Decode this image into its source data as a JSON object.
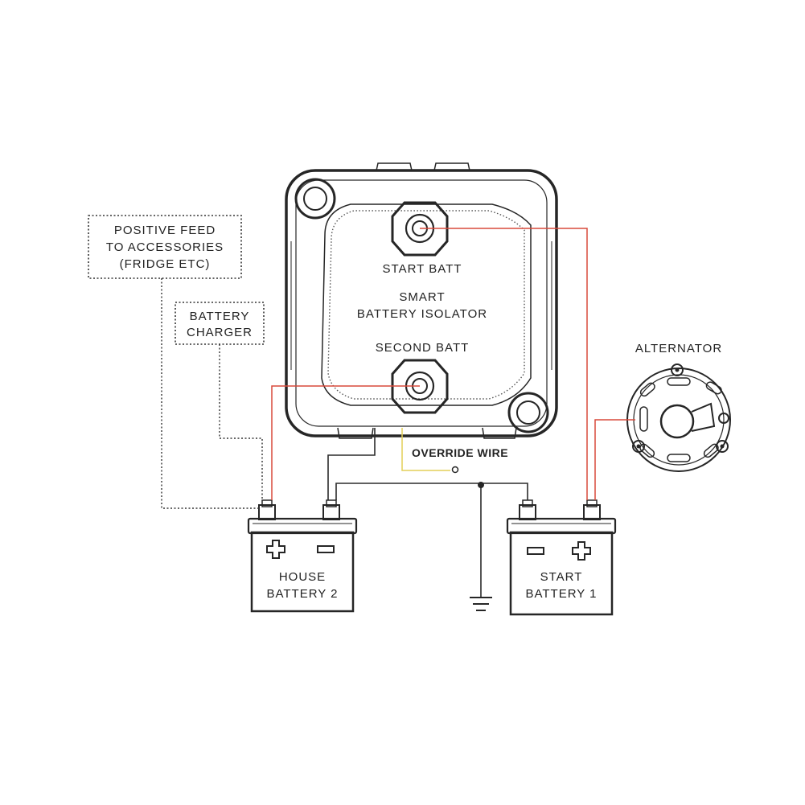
{
  "isolator": {
    "start_batt_label": "START BATT",
    "title_line1": "SMART",
    "title_line2": "BATTERY ISOLATOR",
    "second_batt_label": "SECOND BATT"
  },
  "accessories_box": {
    "line1": "POSITIVE FEED",
    "line2": "TO ACCESSORIES",
    "line3": "(FRIDGE ETC)"
  },
  "charger_box": {
    "line1": "BATTERY",
    "line2": "CHARGER"
  },
  "alternator": {
    "label": "ALTERNATOR"
  },
  "override_wire": {
    "label": "OVERRIDE WIRE"
  },
  "house_battery": {
    "line1": "HOUSE",
    "line2": "BATTERY 2",
    "left_symbol": "plus-icon",
    "right_symbol": "minus-icon"
  },
  "start_battery": {
    "line1": "START",
    "line2": "BATTERY 1",
    "left_symbol": "minus-icon",
    "right_symbol": "plus-icon"
  },
  "ground": {
    "symbol": "ground-icon"
  },
  "colors": {
    "positive_wire": "#d84a3c",
    "override_wire": "#e4cf58",
    "negative_wire": "#2b2b2b",
    "ink": "#262626"
  }
}
